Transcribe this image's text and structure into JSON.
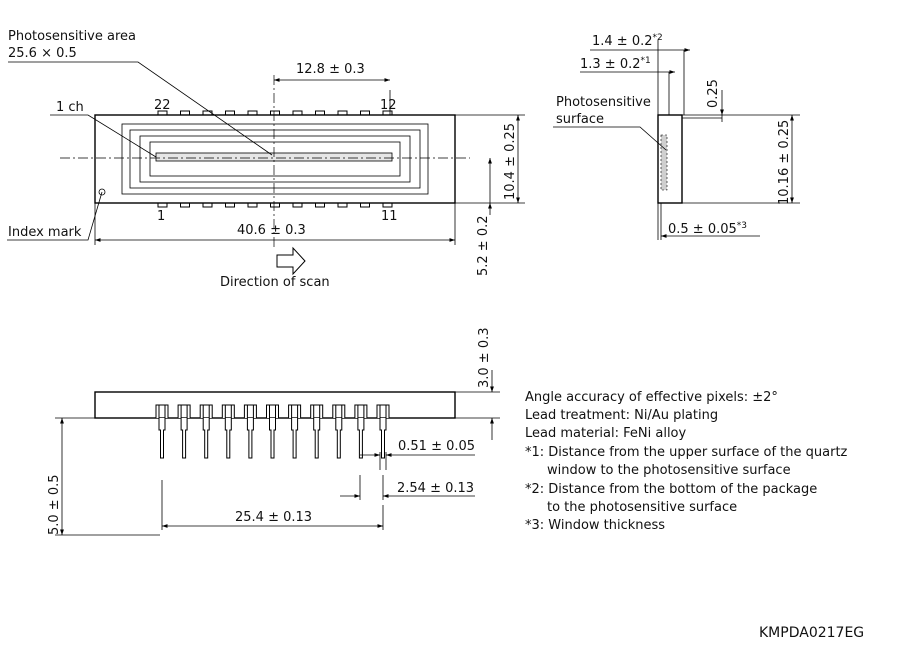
{
  "labels": {
    "photosensitive_area_title": "Photosensitive area",
    "photosensitive_area_size": "25.6 × 0.5",
    "ch1": "1 ch",
    "pin22": "22",
    "pin12": "12",
    "pin1": "1",
    "pin11": "11",
    "index_mark": "Index mark",
    "direction_of_scan": "Direction of scan",
    "photosensitive_surface_l1": "Photosensitive",
    "photosensitive_surface_l2": "surface"
  },
  "dimensions": {
    "pin_span_half": "12.8 ± 0.3",
    "length": "40.6 ± 0.3",
    "width": "10.4 ± 0.25",
    "center_offset": "5.2 ± 0.2",
    "side_14": "1.4 ± 0.2",
    "side_14_ref": "*2",
    "side_13": "1.3 ± 0.2",
    "side_13_ref": "*1",
    "lead_thickness": "0.25",
    "side_width": "10.16 ± 0.25",
    "window_thickness": "0.5 ± 0.05",
    "window_ref": "*3",
    "package_height": "3.0 ± 0.3",
    "lead_length": "5.0 ± 0.5",
    "lead_width": "0.51 ± 0.05",
    "pitch": "2.54 ± 0.13",
    "pin_span": "25.4 ± 0.13"
  },
  "notes": [
    "Angle accuracy of effective pixels: ±2°",
    "Lead treatment: Ni/Au plating",
    "Lead material: FeNi alloy",
    "*1: Distance from the upper surface of the quartz",
    "window to the photosensitive surface",
    "*2: Distance from the bottom of the package",
    "to the photosensitive surface",
    "*3: Window thickness"
  ],
  "drawing_code": "KMPDA0217EG"
}
